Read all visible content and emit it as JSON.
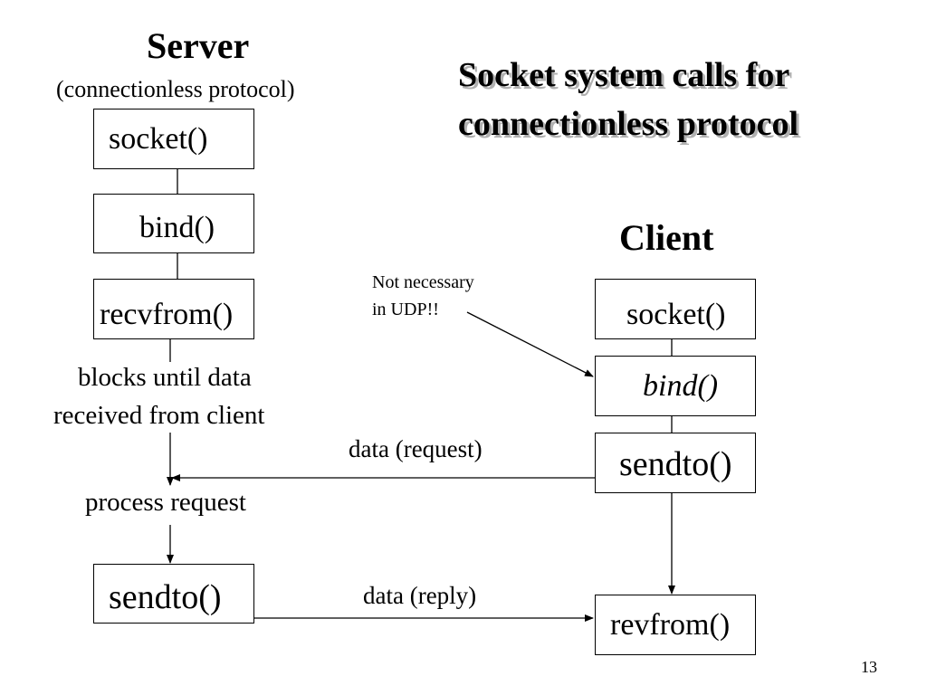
{
  "slide_title": {
    "line1": "Socket system calls for",
    "line2": "connectionless protocol"
  },
  "server": {
    "heading": "Server",
    "subheading": "(connectionless protocol)",
    "socket": "socket()",
    "bind": "bind()",
    "recvfrom": "recvfrom()",
    "blocks_line1": "blocks until data",
    "blocks_line2": "received from client",
    "process": "process request",
    "sendto": "sendto()"
  },
  "client": {
    "heading": "Client",
    "socket": "socket()",
    "bind": "bind()",
    "sendto": "sendto()",
    "recvfrom": "revfrom()"
  },
  "annotations": {
    "not_necessary_line1": "Not necessary",
    "not_necessary_line2": "in UDP!!",
    "data_request": "data (request)",
    "data_reply": "data (reply)"
  },
  "page_number": "13"
}
